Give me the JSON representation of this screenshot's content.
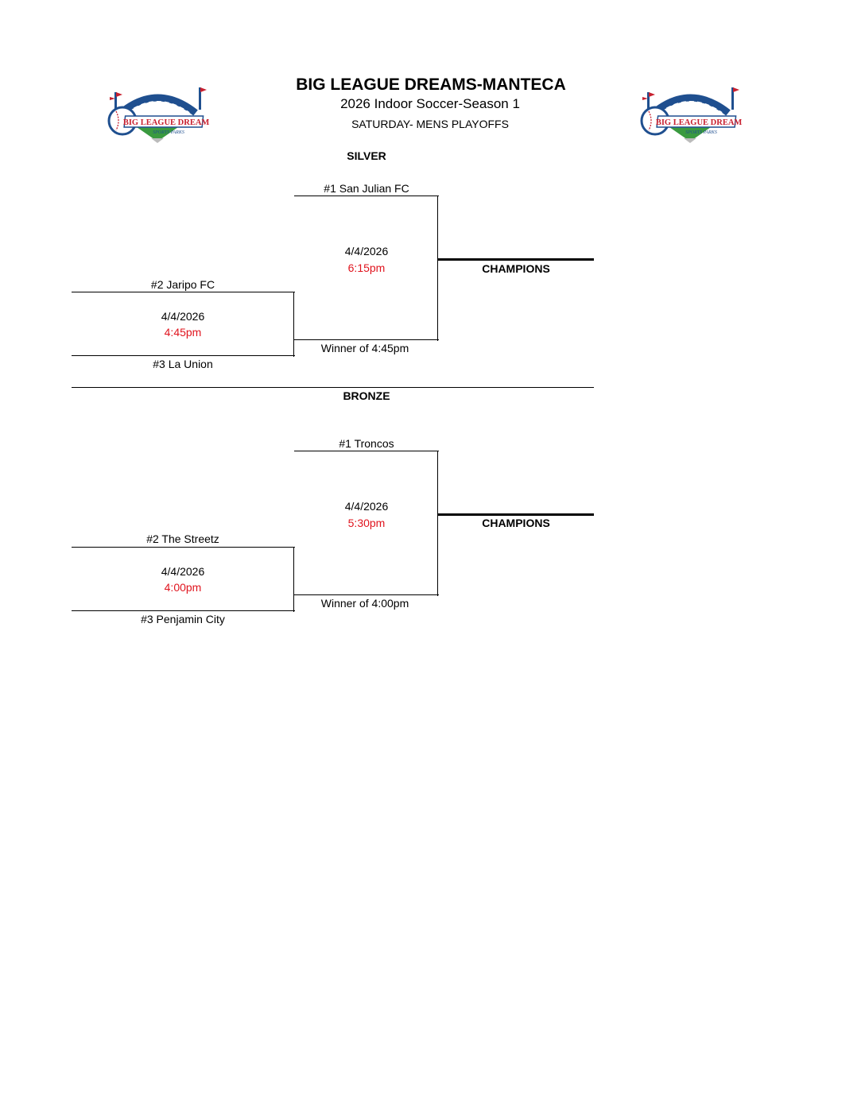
{
  "header": {
    "title": "BIG LEAGUE DREAMS-MANTECA",
    "subtitle": "2026 Indoor Soccer-Season 1",
    "subtitle2": "SATURDAY- MENS  PLAYOFFS",
    "logo_text_main": "BIG LEAGUE DREAMS",
    "logo_text_sub": "SPORTS PARKS"
  },
  "colors": {
    "time_red": "#e0141e",
    "logo_blue": "#1f4f8f",
    "logo_red": "#c8202f",
    "logo_green": "#3a9a3f"
  },
  "brackets": [
    {
      "division": "SILVER",
      "top_seed": "#1 San Julian FC",
      "final_date": "4/4/2026",
      "final_time": "6:15pm",
      "champion_label": "CHAMPIONS",
      "semi_top": "#2 Jaripo FC",
      "semi_date": "4/4/2026",
      "semi_time": "4:45pm",
      "semi_bottom": "#3 La Union",
      "winner_label": "Winner of 4:45pm"
    },
    {
      "division": "BRONZE",
      "top_seed": "#1 Troncos",
      "final_date": "4/4/2026",
      "final_time": "5:30pm",
      "champion_label": "CHAMPIONS",
      "semi_top": "#2 The Streetz",
      "semi_date": "4/4/2026",
      "semi_time": "4:00pm",
      "semi_bottom": "#3 Penjamin City",
      "winner_label": "Winner of 4:00pm"
    }
  ]
}
